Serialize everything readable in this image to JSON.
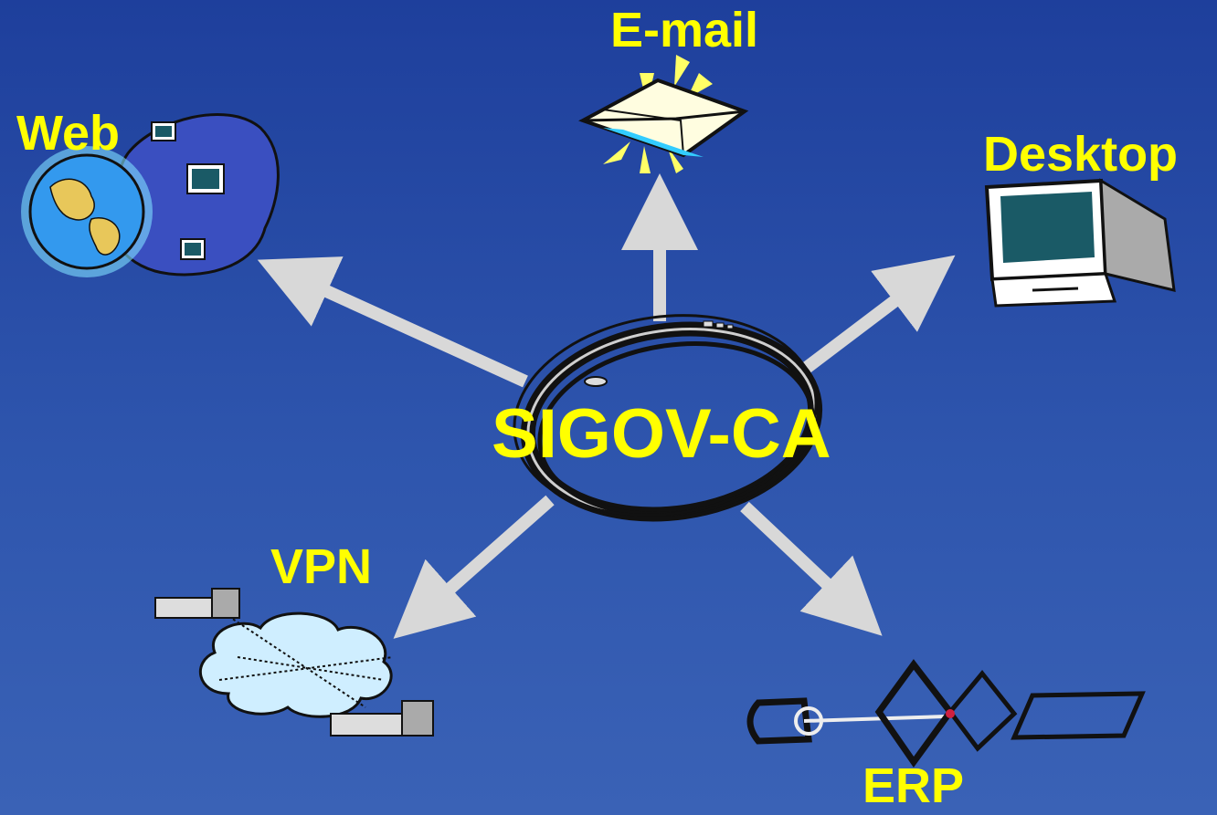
{
  "center": {
    "label": "SIGOV-CA"
  },
  "nodes": {
    "web": {
      "label": "Web"
    },
    "email": {
      "label": "E-mail"
    },
    "desktop": {
      "label": "Desktop"
    },
    "vpn": {
      "label": "VPN"
    },
    "erp": {
      "label": "ERP"
    }
  },
  "colors": {
    "background_top": "#1e3f9c",
    "background_bottom": "#3a62b6",
    "label": "#ffff00",
    "arrow": "#d8d8d8"
  }
}
